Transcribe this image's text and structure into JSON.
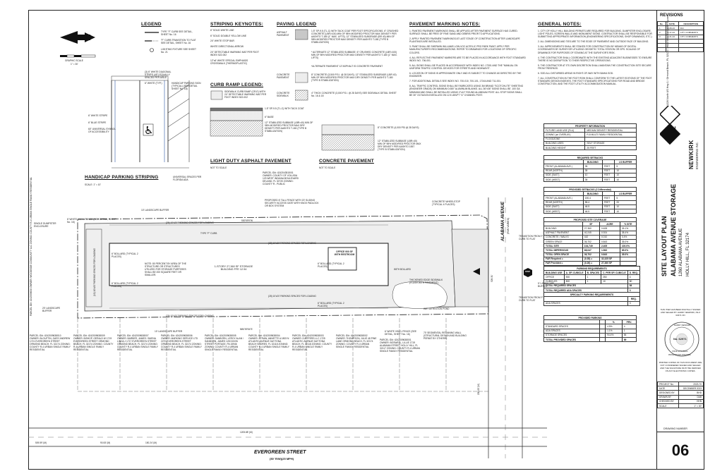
{
  "legend": {
    "title": "LEGEND",
    "items": [
      "TYPE \"F\" CURB SEE DETAIL, SHEET No. 16",
      "\"F\" CURB TRANSITION TO FLAT SEE DETAIL, SHEET No. 16",
      "LIGHTING FIXTURE SEE SHEET No. 21"
    ],
    "graphic_scale": "GRAPHIC SCALE",
    "scale_value": "1\" = 30'"
  },
  "striping": {
    "title": "STRIPING KEYNOTES:",
    "items": [
      "6\" SOLID WHITE LINE",
      "6\" SOLID DOUBLE YELLOW LINE",
      "24\" WHITE STOP BAR",
      "WHITE DIRECTIONAL ARROW",
      "24\" DETECTABLE WARNING MAT PER FDOT INDEX 522-002",
      "12\"x6' WHITE SPECIAL EMPHASIS CROSSWALK (THERMOPLASTIC)"
    ]
  },
  "paving": {
    "title": "PAVING LEGEND",
    "asphalt_label": "ASPHALT PAVEMENT",
    "asphalt_text": "1.5\" SP-9.5 (TL-C) WITH TACK COAT PER FDOT SPECIFICATIONS. 6\" CRUSHED CONCRETE (LBR>100) MIN OF 98% MODIFIED PROCTOR MAX DENSITY PER AASHTO T-180 (1\" MAX. LIFTS). 12\" STABILIZED SUBGRADE (BR 40) MIN OF 98% MODIFIED PROCTOR MAX DENSITY PER AASHTO T-180 (TYPE B STABILIZATION)",
    "alt_text": "* ALTERNATE 12\" STABILIZED SUBBASE: 6\" CRUSHED CONCRETE (LBR>100) MIN OF 98% MODIFIED PROCTOR MAX DENSITY PER AASHTO T-180 (1\" MAX. LIFTS)",
    "alt2_text": "*ALTERNATE PAVEMENT 12\"ASPHALT IS CONCRETE PAVEMENT",
    "concrete_label": "CONCRETE PAVEMENT",
    "concrete_text": "8\" CONCRETE (3,500 P.S.I. @ 28 DAYS). 12\" STABILIZED SUBGRADE (LBR 40) MIN OF 98% MODIFIED PROCTOR MAX DRY DENSITY PER AASHTO T-180 (TYPE B STABILIZATION)",
    "sidewalk_label": "CONCRETE SIDEWALK",
    "sidewalk_text": "4\" THICK CONCRETE (3,000 P.S.I. @ 28 DAYS) SEE SIDEWALK DETAIL SHEET No. 16 & 18"
  },
  "marking_notes": {
    "title": "PAVEMENT MARKING NOTES:",
    "items": [
      "1. PAINTED PAVEMENT MARKINGS SHALL BE APPLIED AFTER PAVEMENT SURFACE HAS CURED. SURFACE SHALL BE FREE OF FINE SAND AND DEBRIS PRIOR TO APPLICATIONS.",
      "2. APPLY PAINTED PAVEMENT MARKINGS AT LAST STAGE OF CONSTRUCTION AFTER LANDSCAPE PLANTINGS ARE INSTALLED.",
      "3. PAINT SHALL BE SHERWIN WILLIAMS LOW-VOC ACRYLIC PRO PARK PAINT. APPLY PER MANUFACTURER'S RECOMMENDATIONS. REFER TO DRAWINGS FOR LOCATIONS OF SPECIFIC COLORS.",
      "4. ALL REFLECTIVE PAVEMENT MARKERS ARE TO BE PLACED IN ACCORDANCE WITH FDOT STANDARD INDEX NO. 706-001.",
      "5. ALL SIGNS SHALL BE PLACED IN ACCORDANCE WITH INDEX NO. 17301 AND THE \"MANUAL ON UNIFORM TRAFFIC CONTROL DEVICES FOR STREETS AND HIGHWAYS\".",
      "6. LOCATION OF SIGNS IS APPROXIMATE ONLY AND IS SUBJECT TO CHANGE AS DIRECTED BY THE ENGINEER.",
      "7. FOR ADDITIONAL DETAILS SEE INDEX NO. 700-010, 700-101, 17344 AND 711-001.",
      "8. ALL TRAFFIC CONTROL SIGNS SHALL BE FABRICATED USING 3M BRAND \"SCOTCHLITE\" SHEETING (ENGINEER GRADE) ON MINIMUM 0.080\" ALUMINUM BLANKS. ALL 36\"x36\" SIGNS SHALL BE .100 GA MINIMUM AND SHALL BE INSTALLED USING 2\"x12\" ROUND ALUMINUM POST. ALL STOP SIGNS SHALL BE 30\" OCTAGON INSTALLED ON 12.5 LBS/FT \"U\" CHANNEL POST."
    ]
  },
  "general_notes": {
    "title": "GENERAL NOTES:",
    "items": [
      "1. CITY OF HOLLY HILL BUILDING PERMITS ARE REQUIRED FOR BUILDING, DUMPSTER ENCLOSURE, LIGHT POLES, SCREEN WALLS AND MONUMENT SIGNS. CONTRACTOR SHALL BE RESPONSIBLE FOR SUBMITTING APPROPRIATE INFORMATION (ENGINEERING SPECIFICATIONS, SHOP DRAWINGS, ETC.)",
      "2. ALL DIMENSIONS AND TIES ARE TO THE EDGE OF PAVEMENT AND OUTSIDE FACE OF BUILDING.",
      "3. ALL IMPROVEMENTS SHALL BE STAKED FOR CONSTRUCTION BY MEANS OF DIGITAL COORDINATES BY SURVEYOR UTILIZING GEODETIC TOTAL STATION OR GPS. SCALING OF DRAWINGS FOR PURPOSES OF STAKING AT THE SURVEYOR'S RISK.",
      "4. THE CONTRACTOR SHALL COORDINATE WITH THE EXISTING ADJACENT BUSINESSES TO ENSURE THERE IS NO DISRUPTION TO THEIR RESPECTIVE OPERATIONS.",
      "5. THE CONTRACTOR AT ITS OWN DISCRETION SHALL MAINTAIN THE CONSTRUCTION SITE SECURE FROM TRESPASS.",
      "6. SOD ALL DISTURBED AREAS IN RIGHT-OF-WAY WITH BAHIA SOD.",
      "7. ALL CONSTRUCTION IN THE FDOT ROW SHALL CONFORM TO THE LATEST EDITIONS OF THE FDOT STANDARD DESIGN INDEXES, THE FDOT STANDARD SPECIFICATIONS FOR ROAD AND BRIDGE CONSTRUCTION, AND THE FDOT UTILITY ACCOMMODATION MANUAL."
    ]
  },
  "property_info": {
    "title": "PROPERTY INFORMATION",
    "rows": [
      [
        "FUTURE LAND USE (FLU)",
        "MEDIUM DENSITY RESIDENTIAL"
      ],
      [
        "ZONING (w/ OVERLAY)",
        "R-8 MULTI FAMILY RESIDENTIAL"
      ],
      [
        "FLOODZONE",
        ""
      ],
      [
        "BUILDING USES",
        "SELF STORAGE"
      ],
      [
        "BUILDING HEIGHT",
        "25 FEET"
      ]
    ]
  },
  "required_setbacks": {
    "title": "REQUIRED SETBACKS",
    "head": [
      "",
      "BUILDING",
      "",
      "LS BUFFER"
    ],
    "rows": [
      [
        "FRONT (ALABAMA AVE.)",
        "35",
        "FEET",
        "5"
      ],
      [
        "REAR (NORTH)",
        "35",
        "FEET",
        "10"
      ],
      [
        "SIDE (EAST)",
        "10",
        "FEET",
        "10"
      ],
      [
        "SIDE (WEST)",
        "35",
        "FEET",
        "10"
      ]
    ]
  },
  "provided_setbacks": {
    "title": "PROVIDED SETBACKS (Z Differential)",
    "head": [
      "",
      "BUILDING",
      "",
      "LS BUFFER"
    ],
    "rows": [
      [
        "FRONT (ALABAMA AVE.)",
        "190.4",
        "FEET",
        "5"
      ],
      [
        "REAR (NORTH)",
        "55.4",
        "FEET",
        "20"
      ],
      [
        "SIDE (EAST)",
        "46.5",
        "FEET",
        "10"
      ],
      [
        "SIDE (WEST)",
        "46.5",
        "FEET",
        "10"
      ]
    ]
  },
  "site_coverage": {
    "title": "PROPOSED SITE COVERAGE",
    "head": [
      "",
      "SF",
      "ACRE",
      "% SITE"
    ],
    "rows": [
      [
        "BUILDING",
        "27,360",
        "0.628",
        "26.1%"
      ],
      [
        "ASPHALT PAVEMENT",
        "40,245",
        "0.924",
        "38.4%"
      ],
      [
        "CONCRETE / WALKS",
        "442",
        "0.010",
        "0.4%"
      ],
      [
        "GREEN SPACE",
        "36,702",
        "0.843",
        "35.0%"
      ],
      [
        "TOTAL SITE",
        "104,749",
        "2.405",
        "100.0%"
      ],
      [
        "TOTAL IMPERVIOUS",
        "68,047",
        "1.562",
        "65.0%"
      ],
      [
        "TOTAL OPEN SPACE",
        "36,702",
        "0.843",
        "35.0%"
      ],
      [
        "FAR Required =",
        "(0.35) =",
        "32,325 SF",
        ""
      ],
      [
        "FAR Provided =",
        "(0.26) =",
        "27,360 SF",
        ""
      ]
    ]
  },
  "parking_req": {
    "title": "PARKING REQUIREMENTS",
    "head": [
      "BUILDING USE",
      "A. SF/ CUBICLE",
      "B. SPACES",
      "C. PER SF/ CUBICLE",
      "D. REQ."
    ],
    "rows": [
      [
        "OFFICE",
        "900",
        "1",
        "250",
        "4"
      ],
      [
        "CUBICLES",
        "800",
        "1",
        "10",
        "80"
      ],
      [
        "TOTAL REQUIRED SPACES",
        "",
        "",
        "",
        "84"
      ],
      [
        "TOTAL REQUIRED ADA SPACES",
        "",
        "",
        "",
        "3"
      ]
    ],
    "specialty_title": "SPECIALTY PARKING REQUIREMENTS",
    "specialty_head": "REQ.",
    "specialty_rows": [
      [
        "ADA SPACES",
        "3"
      ]
    ]
  },
  "provided_parking": {
    "title": "PROVIDED PARKING",
    "head": [
      "",
      "",
      "%",
      "PRV."
    ],
    "rows": [
      [
        "STANDARD SPACES",
        "",
        "4.5%",
        "4"
      ],
      [
        "ADA SPACES",
        "",
        "1.1%",
        "1"
      ],
      [
        "STORAGE SPACES",
        "",
        "94.4%",
        "84"
      ],
      [
        "TOTAL PROVIDED SPACES",
        "",
        "",
        "89"
      ]
    ]
  },
  "handicap": {
    "title": "HANDICAP PARKING STRIPING",
    "scale": "SCALE: 1\" = 10'",
    "labels": [
      "(3) 6\" WHITE DIAGONAL STRIPS (45°) EQUALLY SPACED PER AISLE",
      "6\" WHITE (TYP.)",
      "HANDICAP PARKING SIGN (TYPICAL) (SEE DETAIL SHEET No. 18)",
      "6\" WHITE STRIPE",
      "6\" BLUE STRIPE",
      "60\" UNIVERSAL SYMBOL OF ACCESSIBILITY",
      "UNIVERSAL SPACES PER FLORIDA ADA"
    ]
  },
  "curb_ramp": {
    "title": "CURB RAMP LEGEND:",
    "text": "SIDEWALK CURB RAMP (CR-E) WITH 24\" DETECTABLE WARNING MAT PER FDOT INDEX 522-002"
  },
  "heavy_duty": {
    "title": "LIGHT DUTY ASPHALT PAVEMENT",
    "scale": "NOT TO SCALE",
    "notes": [
      "1.5\" SP-9.5 (TL-C) WITH TACK COAT",
      "6\" BASE",
      "12\" STABILIZED SUBBASE (LBR=40) MIN OF 98% MODIFIED PROCTOR MAX DRY DENSITY PER AASHTO T-180 (TYPE B STABILIZATION)"
    ]
  },
  "concrete_pavement": {
    "title": "CONCRETE PAVEMENT",
    "scale": "NOT TO SCALE",
    "notes": [
      "8\" CONCRETE (4,000 PSI @ 28 DAYS)",
      "12\" STABILIZED SUBBASE (LBR=40) MIN OF 98% MODIFIED PROCTOR MAX DRY DENSITY PER AASHTO 1557 (TYPE B STABILIZATION)"
    ]
  },
  "site": {
    "building_label": "1-STORY 27,360 SF STORAGE BUILDING FFE 12.94",
    "office_label": "OFFICE 900 SF WITH RESTROOM",
    "note_label": "NOTE: 80 PERCENT BY AREA OF THE STRUCTURE OR STRUCTURES UTILIZED FOR STORAGE PURPOSES SHALL BE 200 SQUARE FEET OR SMALLER.",
    "parking_top": "(26) 10'x20' PARKING SPACES FOR LOADING",
    "parking_bottom": "(26) 10'x20' PARKING SPACES FOR LOADING",
    "parking_top2": "(28) 10'x20' PARKING SPACES FOR LOADING",
    "parking_bottom2": "(28) 10'x20' PARKING SPACES FOR LOADING",
    "left_parking": "(10) 10'x20' PARKING SPACES FOR LOADING",
    "bollard1": "6\" BOLLARD (TYPICAL 2 PLACES)",
    "bollard2": "6\" BOLLARD (TYPICAL 2 PLACES)",
    "bollard3": "6\" BOLLARD (TYPICAL 2 PLACES)",
    "bollard4": "6\" BOLLARD (TYPICAL 2 PLACES)",
    "curb_f": "TYPE \"F\" CURB",
    "fence": "8' WHITE VINYL FENCE (SEE DETAIL, SHEET No. 16)",
    "dumpster": "SINGLE DUMPSTER ENCLOSURE",
    "landscape_buffer": "10' LANDSCAPE BUFFER",
    "landscape_buffer2": "20' LANDSCAPE BUFFER",
    "landscape_buffer3": "10' LANDSCAPE BUFFER",
    "landscape_buffer4": "5' LANDSCAPE BUFFER",
    "gate": "PROPOSED 6' TALL FENCE WITH 20' SLIDING SECURITY ACCESS GATE WITH KNOX PADLOCK OR BOX SYSTEM",
    "wheelstop": "CONCRETE WHEELSTOP (TYPICAL 4 PLACES)",
    "transition1": "TRANSITION FROM 'F' CURB TO FLAT",
    "transition2": "TRANSITION FROM 'F' CURB TO FLAT",
    "wet_pond": "WET DETENTION POND",
    "sidewalk": "THICKENED EDGE SIDEWALK (FLUSH WITH PAVEMENT)",
    "retaining": "70' SEGMENTAL RETAINING WALL (STRUCTURAL DESIGN AND BUILDING PERMIT BY OTHERS)",
    "fence2": "6' WHITE VINYL FENCE (SEE DETAIL, SHEET No. 16)",
    "bollard_with": "WITH BOLLARD",
    "stop": "STOP",
    "street_bottom": "EVERGREEN STREET",
    "street_bottom_sub": "(50' R/W)(25 MPH)",
    "street_right": "ALABAMA AVENUE",
    "street_right_sub": "(R/W VARIES)",
    "dim_top": "530'59'9\"W",
    "dim_bottom": "NB0'59'54\"E",
    "dim_right": "528.31'",
    "dist1": "509.59' (M)",
    "dist2": "90.08' (M)",
    "dist3": "150.24' (M)",
    "dist4": "1205.88' (M)",
    "dist5": "200.00' (M)"
  },
  "parcels_bottom": [
    "PARCEL ID#: 4242009638010 OWNER: BLOUFTIN, GARY ANDREW 1721 EVERGREEN STREET ORMOND BEACH, FL 32174 ZONING: COUNTY R-4 URBAN SINGLE FAMILY RESIDENTIAL",
    "PARCEL ID#: 4242009638009 OWNER: BISHOP, GERALD W 1719 EVERGREEN STREET ORMOND BEACH, FL 32174 ZONING: COUNTY R-4 URBAN SINGLE FAMILY RESIDENTIAL",
    "PARCEL ID#: 4242009638007 OWNER: BARBER, JAMES / BUENA LINDA J 1717 EVERGREEN STREET ORMOND BEACH, FL 32174 ZONING: COUNTY R-4 URBAN SINGLE FAMILY RESIDENTIAL",
    "PARCEL ID#: 4242009638006 OWNER: MARKING SERVICE LTD 2270 EVERGREEN STREET ORMOND BEACH, FL 32174 ZONING: COUNTY R-4 URBAN SINGLE FAMILY RESIDENTIAL",
    "PARCEL ID#: 4242009638005 OWNER: SANBORN, LEROY ALAN / SANBORN, JAMES 128 DIXON STREET PORTAGE, PA 15946 ZONING: COUNTY R-4 URBAN SINGLE FAMILY RESIDENTIAL",
    "PARCEL ID#: 4242009638004 OWNER: STRAW, ANNETTE A 1803 N ATLANTIC AVENUE DAYTONA BEACH SHORES, FL 32118 ZONING: COUNTY R-4 URBAN SINGLE FAMILY RESIDENTIAL",
    "PARCEL ID#: 4242009638003 OWNER: DJEFFERS LLC 1725 ATLANTIC AVENUE DAYTONA BEACH, FL 32118 ZONING: COUNTY R-4 URBAN SINGLE FAMILY RESIDENTIAL",
    "PARCEL ID#: 4242009638002 OWNER: THOMPSON, JULIE 48 PINE LANE ORMOND BEACH, FL 32174 ZONING: COUNTY R-4 URBAN SINGLE FAMILY RESIDENTIAL",
    "PARCEL ID#: 4242009638001 OWNER: BOSWELL, LILLIE 1719 ALABAMA STREET HOLLY HILL, FL 32117 ZONING: COUNTY R-4 URBAN SINGLE FAMILY RESIDENTIAL"
  ],
  "parcel_top": "PARCEL ID#: 4242043515/01 OWNER: COUNTY OF VOLUSIA 123 WEST INDIANA BOULEVARD DELAND, FL 32720 ZONING: COUNTY R - PUBLIC",
  "parcel_left": "PARCEL ID#: 4242009638 OWNER: WOODSIDE COMMUNITY LLC ZONING: COUNTY R-4 URBAN SINGLE FAMILY RESIDENTIAL",
  "title_block": {
    "revisions_title": "REVISIONS",
    "rev_head": [
      "No.",
      "DATE",
      "DESCRIPTION"
    ],
    "revisions": [
      [
        "1",
        "8-08-23",
        "RAI"
      ],
      [
        "2",
        "4-17-24",
        "CITY COMMENTS"
      ],
      [
        "3",
        "6-21-24",
        "CITY COMMENTS"
      ]
    ],
    "firm_vertical": "1226 North US Hwy 1 / Ormond Beach, FL 32174 / www.newkirkengineering.com",
    "firm_name": "NEWKIRK",
    "firm_sub": "ENGINEERING INC.",
    "logo_letters": "NE",
    "sheet_title": "SITE LAYOUT PLAN",
    "project_name": "ALABAMA AVENUE STORAGE",
    "address1": "1260 ALABAMA AVENUE",
    "address2": "HOLLY HILL, FL 32174",
    "digital_note": "THIS ITEM HAS BEEN DIGITALLY SIGNED AND SEALED BY HARRY NEWKIRK, PE # 62971 ON",
    "seal_no": "No. 62971",
    "seal_top": "HARRY NEWKIRK",
    "seal_bottom": "PROFESSIONAL ENGINEER",
    "seal_state": "STATE OF FLORIDA",
    "printed_note": "PRINTED COPIES OF THIS DOCUMENT ARE NOT CONSIDERED SIGNED AND SEALED AND THE SIGNATURE MUST BE VERIFIED ON ANY ELECTRONIC COPIES.",
    "meta": [
      [
        "PROJECT No.",
        "2023-70"
      ],
      [
        "DATE",
        "DECEMBER 2023"
      ],
      [
        "DESIGNED BY",
        "BHD"
      ],
      [
        "DRAWN BY",
        "DAB"
      ],
      [
        "CHECKED BY",
        "HHN"
      ],
      [
        "SCALE",
        "1\" = 30'"
      ]
    ],
    "drawing_number_label": "DRAWING NUMBER",
    "drawing_number": "06"
  }
}
